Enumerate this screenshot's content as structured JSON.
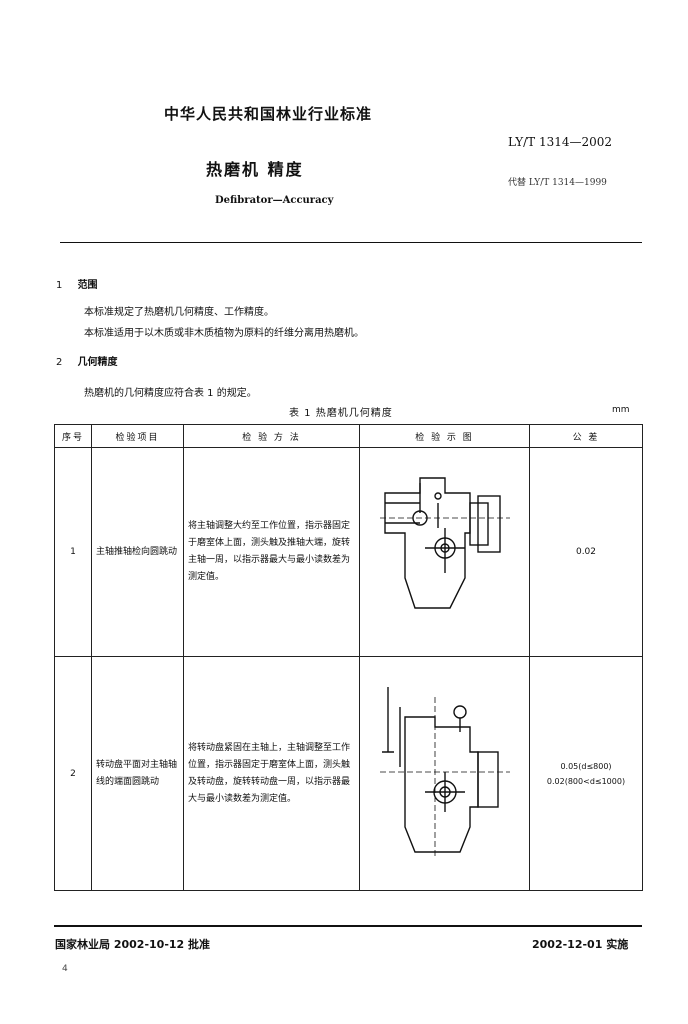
{
  "header": {
    "standard_title": "中华人民共和国林业行业标准",
    "code": "LY/T 1314—2002",
    "doc_title": "热磨机 精度",
    "replaces": "代替 LY/T 1314—1999",
    "english_title": "Defibrator—Accuracy"
  },
  "sections": {
    "s1_num": "1",
    "s1_title": "范围",
    "s1_p1": "本标准规定了热磨机几何精度、工作精度。",
    "s1_p2": "本标准适用于以木质或非木质植物为原料的纤维分离用热磨机。",
    "s2_num": "2",
    "s2_title": "几何精度",
    "s2_p1": "热磨机的几何精度应符合表 1 的规定。"
  },
  "table": {
    "caption": "表 1 热磨机几何精度",
    "unit": "mm",
    "headers": [
      "序号",
      "检验项目",
      "检 验 方 法",
      "检 验 示 图",
      "公 差"
    ],
    "rows": [
      {
        "no": "1",
        "item": "主轴推轴检向圆跳动",
        "method": "将主轴调整大约至工作位置，指示器固定于磨室体上面，测头触及推轴大端，旋转主轴一周，以指示器最大与最小读数差为测定值。",
        "tolerance": "0.02"
      },
      {
        "no": "2",
        "item": "转动盘平面对主轴轴线的端面圆跳动",
        "method": "将转动盘紧固在主轴上，主轴调整至工作位置，指示器固定于磨室体上面，测头触及转动盘，旋转转动盘一周，以指示器最大与最小读数差为测定值。",
        "tolerance_1": "0.05(d≤800)",
        "tolerance_2": "0.02(800<d≤1000)"
      }
    ]
  },
  "footer": {
    "approval": "国家林业局 2002-10-12 批准",
    "implementation": "2002-12-01 实施",
    "page_number": "4"
  }
}
